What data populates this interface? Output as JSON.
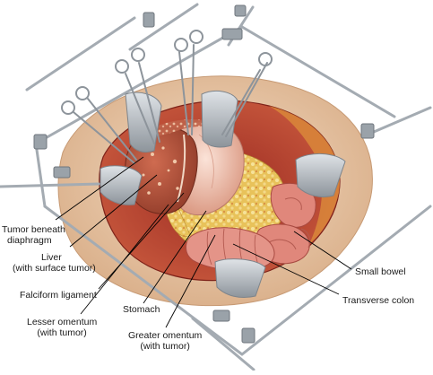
{
  "labels": {
    "tumor_beneath_diaphragm": [
      "Tumor beneath",
      "diaphragm"
    ],
    "liver": [
      "Liver",
      "(with surface tumor)"
    ],
    "falciform_ligament": "Falciform ligament",
    "stomach": "Stomach",
    "lesser_omentum": [
      "Lesser omentum",
      "(with tumor)"
    ],
    "greater_omentum": [
      "Greater omentum",
      "(with tumor)"
    ],
    "small_bowel": "Small bowel",
    "transverse_colon": "Transverse colon"
  },
  "colors": {
    "skin": "#e8c9a8",
    "cavity": "#b83a2e",
    "liver": "#b8543e",
    "stomach": "#f1c7b6",
    "omentum": "#e9c35c",
    "bowel": "#df8a7e",
    "metal": "#b9bec4",
    "leader_line": "#000000"
  }
}
